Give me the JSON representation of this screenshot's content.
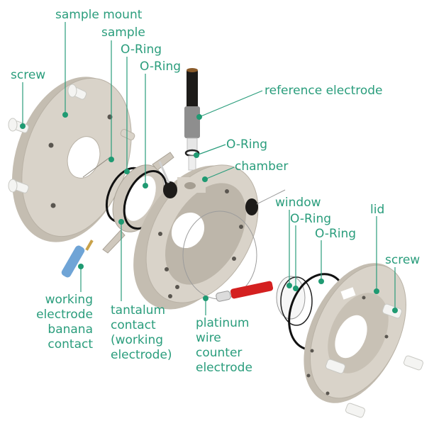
{
  "diagram": {
    "title": "Exploded view of electrochemical cell",
    "label_color": "#2a9d7c",
    "labels": {
      "sample_mount": "sample mount",
      "sample": "sample",
      "oring_1": "O-Ring",
      "oring_2": "O-Ring",
      "screw_left": "screw",
      "reference_electrode": "reference electrode",
      "oring_ref": "O-Ring",
      "chamber": "chamber",
      "window": "window",
      "oring_3": "O-Ring",
      "oring_4": "O-Ring",
      "lid": "lid",
      "screw_right": "screw",
      "working_electrode": [
        "working",
        "electrode",
        "banana",
        "contact"
      ],
      "tantalum_contact": [
        "tantalum",
        "contact",
        "(working",
        "electrode)"
      ],
      "platinum_wire": [
        "platinum",
        "wire",
        "counter",
        "electrode"
      ]
    }
  }
}
